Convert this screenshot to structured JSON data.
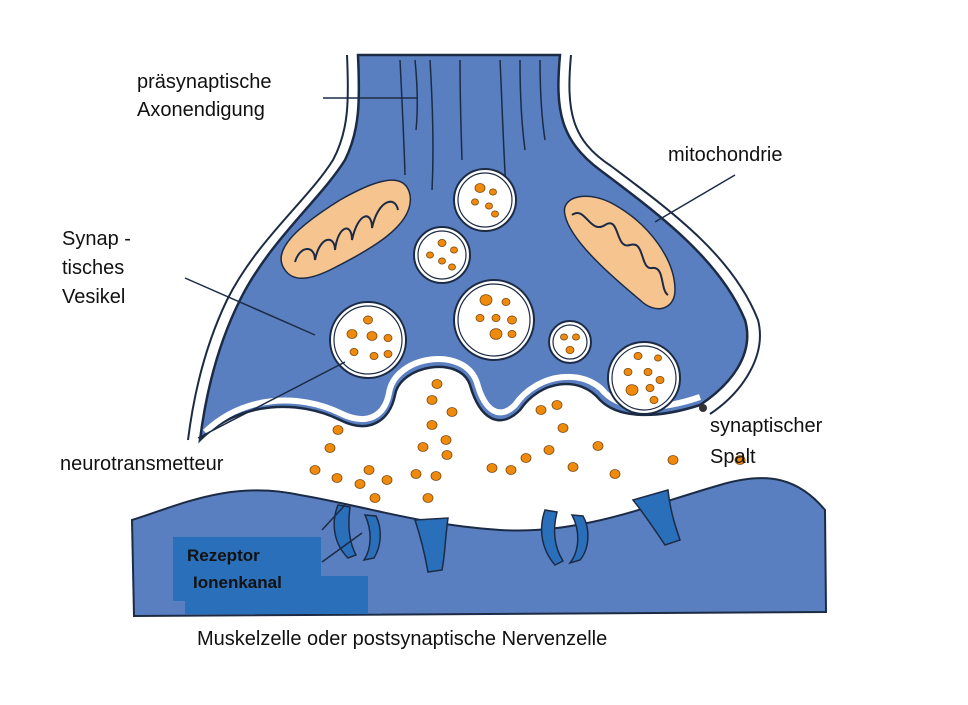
{
  "diagram": {
    "title": "Aufbau einer chemischen Synapse",
    "colors": {
      "cytoplasm": "#5a7fc0",
      "membrane_outline": "#1c2b45",
      "membrane_gap": "#ffffff",
      "mitochondrion": "#f6c48f",
      "neurotransmitter": "#f08a0c",
      "receptor": "#2a6fba",
      "label_box": "#2a6fba",
      "text": "#111111"
    },
    "labels": {
      "presynaptic_line1": "präsynaptische",
      "presynaptic_line2": "Axonendigung",
      "mitochondrion": "mitochondrie",
      "vesicle_line1": "Synap -",
      "vesicle_line2": "tisches",
      "vesicle_line3": "Vesikel",
      "cleft_line1": "synaptischer",
      "cleft_line2": "Spalt",
      "neurotransmitter": "neurotransmetteur",
      "receptor_line1": "Rezeptor",
      "receptor_line2": "Ionenkanal",
      "postsynaptic": "Muskelzelle oder postsynaptische Nervenzelle"
    }
  }
}
